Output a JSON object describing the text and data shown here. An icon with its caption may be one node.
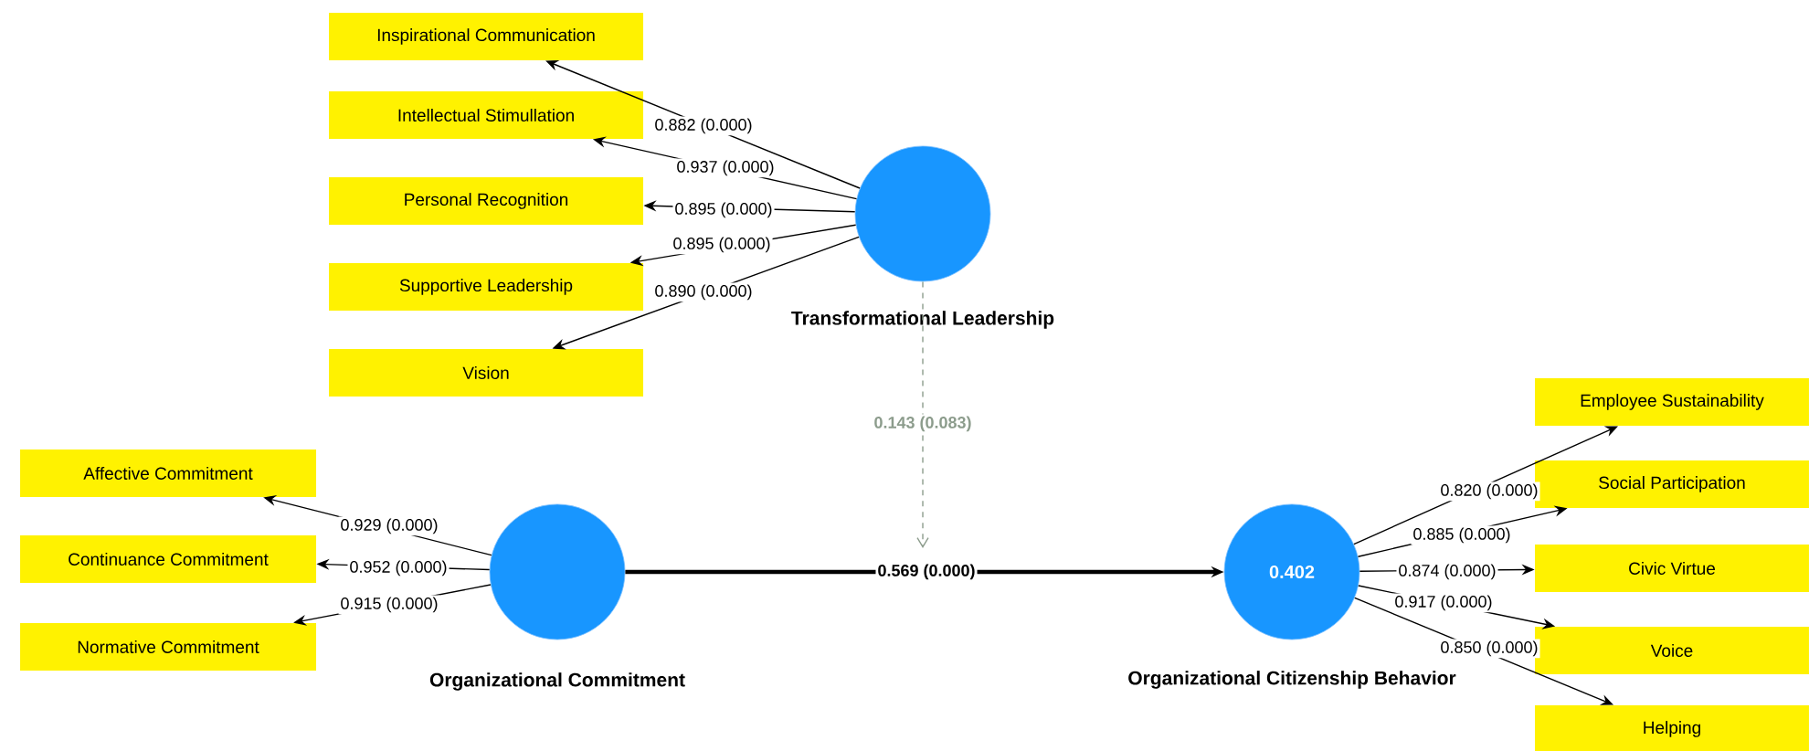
{
  "diagram": {
    "nodes": [
      {
        "text": [
          "Transformational Leadership"
        ]
      },
      {
        "text": [
          "Inspirational Communication"
        ]
      },
      {
        "text": [
          "Intellectual Stimullation"
        ]
      },
      {
        "text": [
          "Personal Recognition"
        ]
      },
      {
        "text": [
          "Supportive Leadership"
        ]
      },
      {
        "text": [
          "Vision"
        ]
      },
      {
        "text": [
          "Organizational Commitment"
        ]
      },
      {
        "text": [
          "Affective Commitment"
        ]
      },
      {
        "text": [
          "Continuance Commitment"
        ]
      },
      {
        "text": [
          "Normative Commitment"
        ]
      },
      {
        "text": [
          "0.402",
          "Organizational Citizenship Behavior"
        ]
      },
      {
        "text": [
          "Employee Sustainability"
        ]
      },
      {
        "text": [
          "Social Participation"
        ]
      },
      {
        "text": [
          "Civic Virtue"
        ]
      },
      {
        "text": [
          "Voice"
        ]
      },
      {
        "text": [
          "Helping"
        ]
      }
    ],
    "edges": [
      {
        "from": 0,
        "to": 1,
        "arrow": "to",
        "label": "0.882 (0.000)"
      },
      {
        "from": 0,
        "to": 2,
        "arrow": "to",
        "label": "0.937 (0.000)"
      },
      {
        "from": 0,
        "to": 3,
        "arrow": "to",
        "label": "0.895 (0.000)"
      },
      {
        "from": 0,
        "to": 4,
        "arrow": "to",
        "label": "0.895 (0.000)"
      },
      {
        "from": 0,
        "to": 5,
        "arrow": "to",
        "label": "0.890 (0.000)"
      },
      {
        "from": 6,
        "to": 7,
        "arrow": "to",
        "label": "0.929 (0.000)"
      },
      {
        "from": 6,
        "to": 8,
        "arrow": "to",
        "label": "0.952 (0.000)"
      },
      {
        "from": 6,
        "to": 9,
        "arrow": "to",
        "label": "0.915 (0.000)"
      },
      {
        "from": 10,
        "to": 11,
        "arrow": "to",
        "label": "0.820 (0.000)"
      },
      {
        "from": 10,
        "to": 12,
        "arrow": "to",
        "label": "0.885 (0.000)"
      },
      {
        "from": 10,
        "to": 13,
        "arrow": "to",
        "label": "0.874 (0.000)"
      },
      {
        "from": 10,
        "to": 14,
        "arrow": "to",
        "label": "0.917 (0.000)"
      },
      {
        "from": 10,
        "to": 15,
        "arrow": "to",
        "label": "0.850 (0.000)"
      },
      {
        "from": 6,
        "to": 10,
        "arrow": "to",
        "label": "0.569 (0.000)",
        "style": "thick"
      },
      {
        "from": 0,
        "to": null,
        "arrow": "to",
        "label": "0.143 (0.083)",
        "style": "dashed",
        "color": "#8c9c8c"
      }
    ]
  }
}
